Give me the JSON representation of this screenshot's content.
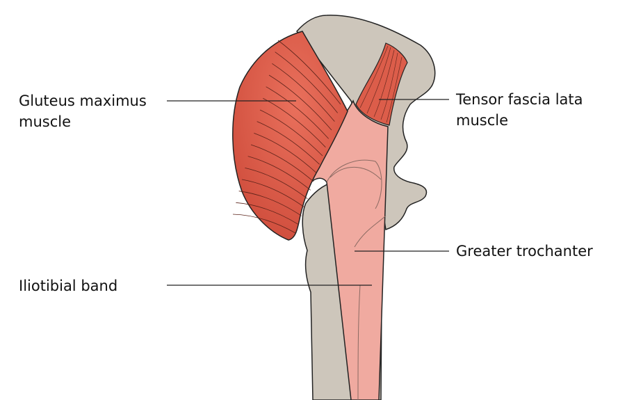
{
  "labels": {
    "gluteus_line1": "Gluteus maximus",
    "gluteus_line2": "muscle",
    "tensor_line1": "Tensor fascia lata",
    "tensor_line2": "muscle",
    "trochanter": "Greater trochanter",
    "iliotibial": "Iliotibial band"
  },
  "colors": {
    "bone": "#cdc6bb",
    "muscle": "#dd5f4c",
    "band": "#f0aaa0",
    "outline": "#222222"
  }
}
